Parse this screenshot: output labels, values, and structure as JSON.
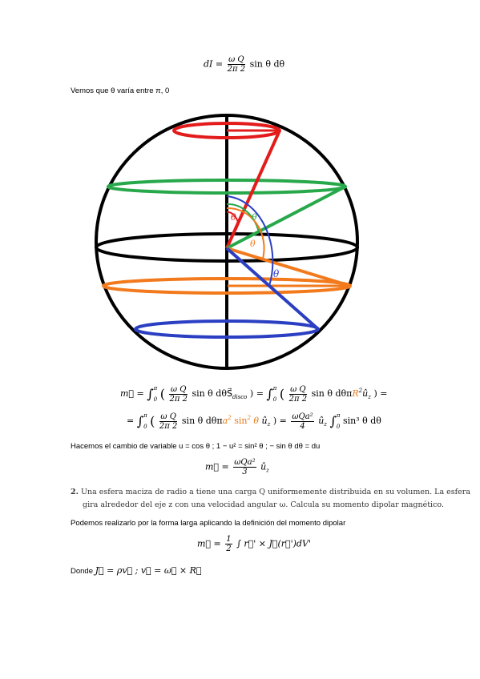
{
  "eq1": {
    "lhs": "dI =",
    "num": "ω Q",
    "den": "2π 2",
    "rhs": "sin θ dθ"
  },
  "text1": "Vemos que θ varía entre π, 0",
  "diagram": {
    "label_red": "θ",
    "label_green": "θ",
    "label_orange": "θ",
    "label_blue": "θ",
    "colors": {
      "red": "#e31b1b",
      "green": "#27a84a",
      "orange": "#f27a1c",
      "blue": "#2b3fc2",
      "black": "#000000"
    }
  },
  "eq2": {
    "line1_a": "m⃗ =",
    "int1_top": "π",
    "int1_bot": "0",
    "frac1_num": "ω Q",
    "frac1_den": "2π 2",
    "part1": "sin θ dθS⃗",
    "part1_sub": "disco",
    "part1_eq": ") =",
    "int2_top": "π",
    "int2_bot": "0",
    "frac2_num": "ω Q",
    "frac2_den": "2π 2",
    "part2": "sin θ dθπ",
    "part2_R": "R",
    "part2_sq": "2",
    "part2_u": "û",
    "part2_z": "z",
    "part2_end": ") ="
  },
  "eq3": {
    "lead": "=",
    "int_top": "π",
    "int_bot": "0",
    "frac_num": "ω Q",
    "frac_den": "2π 2",
    "body": "sin θ dθπ",
    "a": "a",
    "a_sq": "2",
    "sin_sq": "sin",
    "sin_sq_exp": "2",
    "theta": "θ",
    "u": "û",
    "z": "z",
    "close": ") =",
    "frac2_num": "ωQa²",
    "frac2_den": "4",
    "u2": "û",
    "z2": "z",
    "int2_top": "π",
    "int2_bot": "0",
    "tail": "sin³ θ dθ"
  },
  "text2": "Hacemos el cambio de variable u = cos θ ; 1 − u² = sin² θ ; − sin θ dθ = du",
  "eq4": {
    "lhs": "m⃗ =",
    "num": "ωQa²",
    "den": "3",
    "u": "û",
    "z": "z"
  },
  "problem": {
    "number": "2.",
    "line1": "Una esfera maciza de radio a tiene una carga Q uniformemente distribuida en su volumen. La esfera",
    "line2": "gira alrededor del eje z con una velocidad angular ω. Calcula su momento dipolar magnético."
  },
  "text3": "Podemos realizarlo por la forma larga aplicando la definición del momento dipolar",
  "eq5": {
    "lhs": "m⃗ =",
    "num": "1",
    "den": "2",
    "rhs": "∫ r⃗' × J⃗(r⃗')dV'"
  },
  "text4_a": "Donde",
  "text4_b": "J⃗ = ρv⃗ ; v⃗ = ω⃗ × R⃗"
}
